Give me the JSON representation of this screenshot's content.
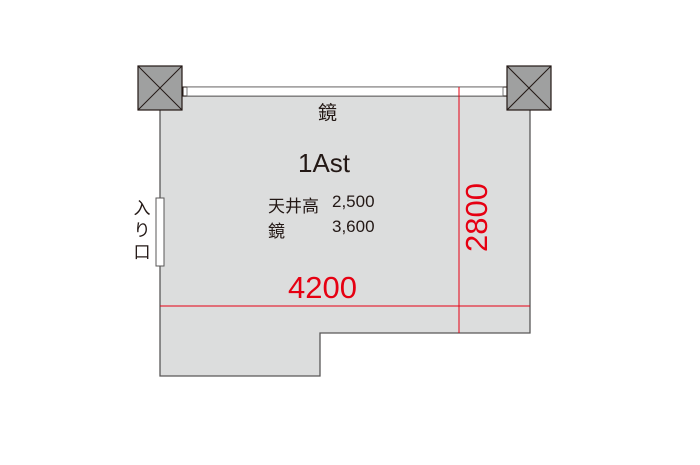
{
  "floor_plan": {
    "room_name": "1Ast",
    "mirror_label": "鏡",
    "entrance_label": "入り口",
    "specs": {
      "ceiling_height_label": "天井高",
      "ceiling_height_value": "2,500",
      "mirror_label": "鏡",
      "mirror_value": "3,600"
    },
    "dimensions": {
      "width": "4200",
      "depth": "2800"
    },
    "colors": {
      "floor": "#dcdddd",
      "wall_line": "#595757",
      "pillar": "#9fa0a0",
      "dimension_line": "#e60012",
      "mirror": "#ffffff"
    }
  }
}
